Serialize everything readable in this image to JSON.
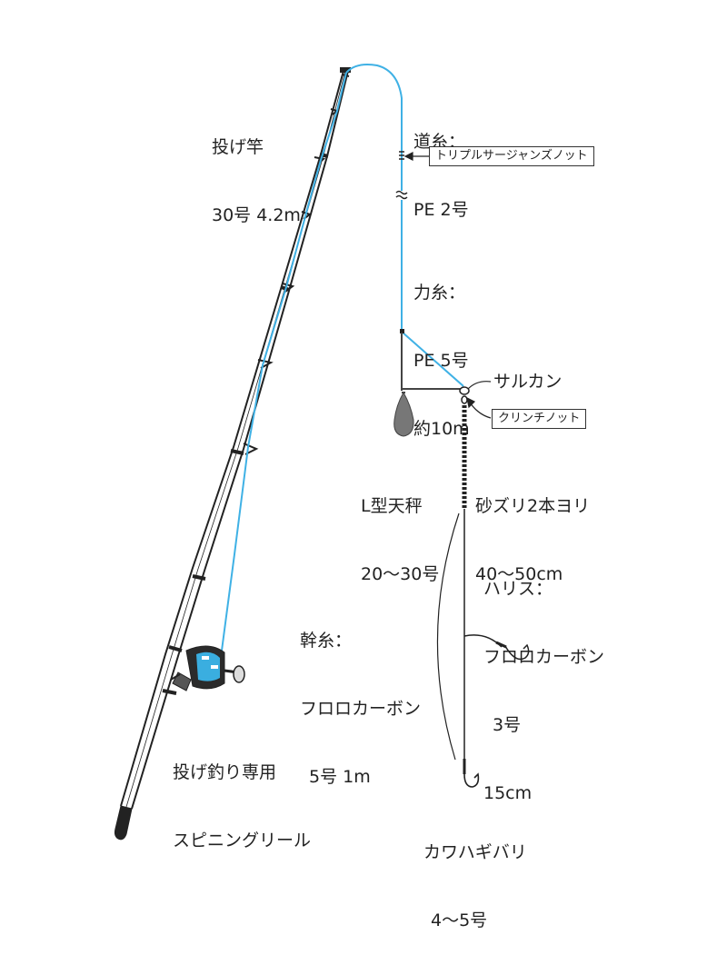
{
  "labels": {
    "rod": [
      "投げ竿",
      "30号 4.2m"
    ],
    "mainline": [
      "道糸：",
      "PE 2号"
    ],
    "knot1": "トリプルサージャンズノット",
    "shockleader": [
      "力糸：",
      "PE 5号",
      "約10m"
    ],
    "swivel": "サルカン",
    "knot2": "クリンチノット",
    "sinker": [
      "L型天秤",
      "20〜30号"
    ],
    "twist": [
      "砂ズリ2本ヨリ",
      "40〜50cm"
    ],
    "harris": [
      "ハリス：",
      "フロロカーボン",
      "3号",
      "15cm"
    ],
    "trunk": [
      "幹糸：",
      "フロロカーボン",
      "5号 1m"
    ],
    "reel": [
      "投げ釣り専用",
      "スピニングリール"
    ],
    "hook": [
      "カワハギバリ",
      "4〜5号"
    ]
  },
  "colors": {
    "line": "#3fb1e5",
    "ink": "#222222",
    "sinker": "#777777",
    "reel_blue": "#3aaee0",
    "reel_dark": "#2b2b2b"
  }
}
